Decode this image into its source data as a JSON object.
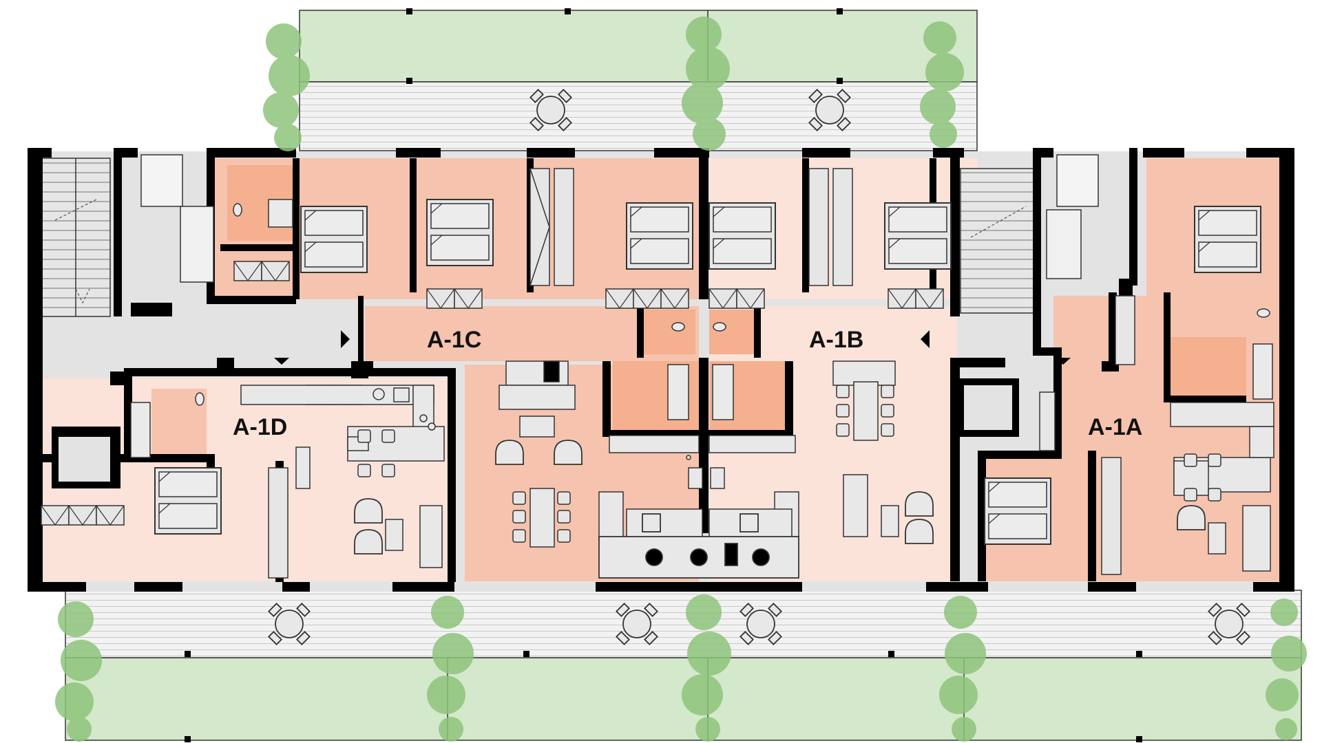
{
  "units": [
    {
      "id": "A-1D",
      "label": "A-1D"
    },
    {
      "id": "A-1C",
      "label": "A-1C"
    },
    {
      "id": "A-1B",
      "label": "A-1B"
    },
    {
      "id": "A-1A",
      "label": "A-1A"
    }
  ],
  "colors": {
    "wall": "#000000",
    "room_dark": "#f6c3ae",
    "room_light": "#fbe3d9",
    "wet_room": "#f4b08f",
    "corridor": "#e3e3e3",
    "fixture": "#e8e8e8",
    "lawn": "#d4e8cb",
    "terrace": "#eeeeee",
    "tree": "#8fc47c"
  }
}
